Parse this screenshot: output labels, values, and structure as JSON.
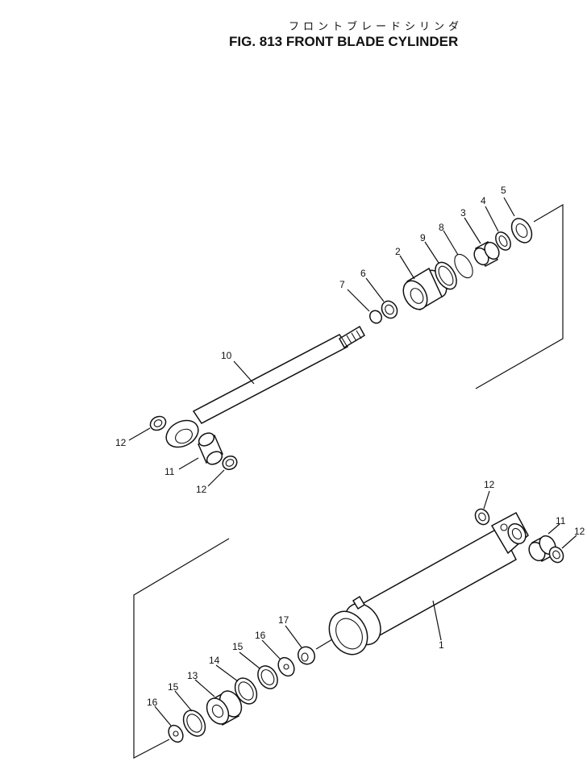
{
  "header": {
    "japanese_title": "フロントブレードシリンダ",
    "figure_title": "FIG. 813  FRONT BLADE CYLINDER"
  },
  "callouts": {
    "n1": "1",
    "n2": "2",
    "n3": "3",
    "n4": "4",
    "n5": "5",
    "n6": "6",
    "n7": "7",
    "n8": "8",
    "n9": "9",
    "n10": "10",
    "n11a": "11",
    "n12a": "12",
    "n12b": "12",
    "n12c": "12",
    "n11b": "11",
    "n12d": "12",
    "n13": "13",
    "n14": "14",
    "n15a": "15",
    "n15b": "15",
    "n16a": "16",
    "n16b": "16",
    "n17": "17"
  }
}
